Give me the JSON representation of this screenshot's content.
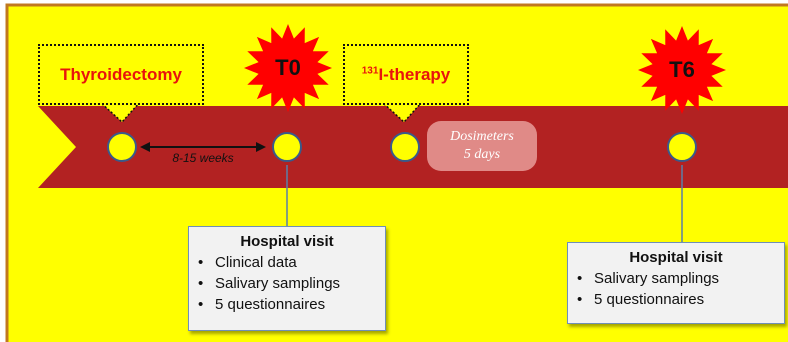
{
  "colors": {
    "background": "#ffff00",
    "frame": "#c07820",
    "arrow_band": "#b22222",
    "milestone_fill": "#ffff00",
    "star_fill": "#ff0000",
    "callout_text": "#e8140c",
    "dosimeter_fill": "#e08a87",
    "box_fill": "#f2f2f2",
    "box_border": "#6f8fb8"
  },
  "callouts": {
    "thyroidectomy": "Thyroidectomy",
    "therapy_superscript": "131",
    "therapy_text": "I-therapy"
  },
  "stars": {
    "t0": "T0",
    "t6": "T6"
  },
  "interval_label": "8-15 weeks",
  "dosimeters": {
    "line1": "Dosimeters",
    "line2": "5 days"
  },
  "box_t0": {
    "title": "Hospital visit",
    "items": [
      "Clinical data",
      "Salivary samplings",
      "5 questionnaires"
    ]
  },
  "box_t6": {
    "title": "Hospital visit",
    "items": [
      "Salivary samplings",
      "5 questionnaires"
    ]
  }
}
